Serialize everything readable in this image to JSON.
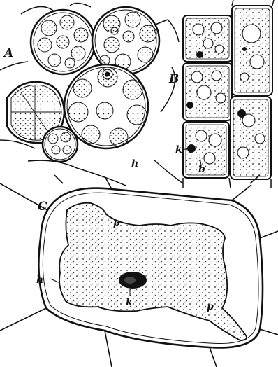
{
  "figure": {
    "labels": {
      "A": "A",
      "B": "B",
      "C": "C",
      "h_a": "h",
      "k_b": "k",
      "b_b": "b",
      "p_top": "p",
      "p_right": "p",
      "h_c": "h",
      "k_c": "k"
    }
  }
}
